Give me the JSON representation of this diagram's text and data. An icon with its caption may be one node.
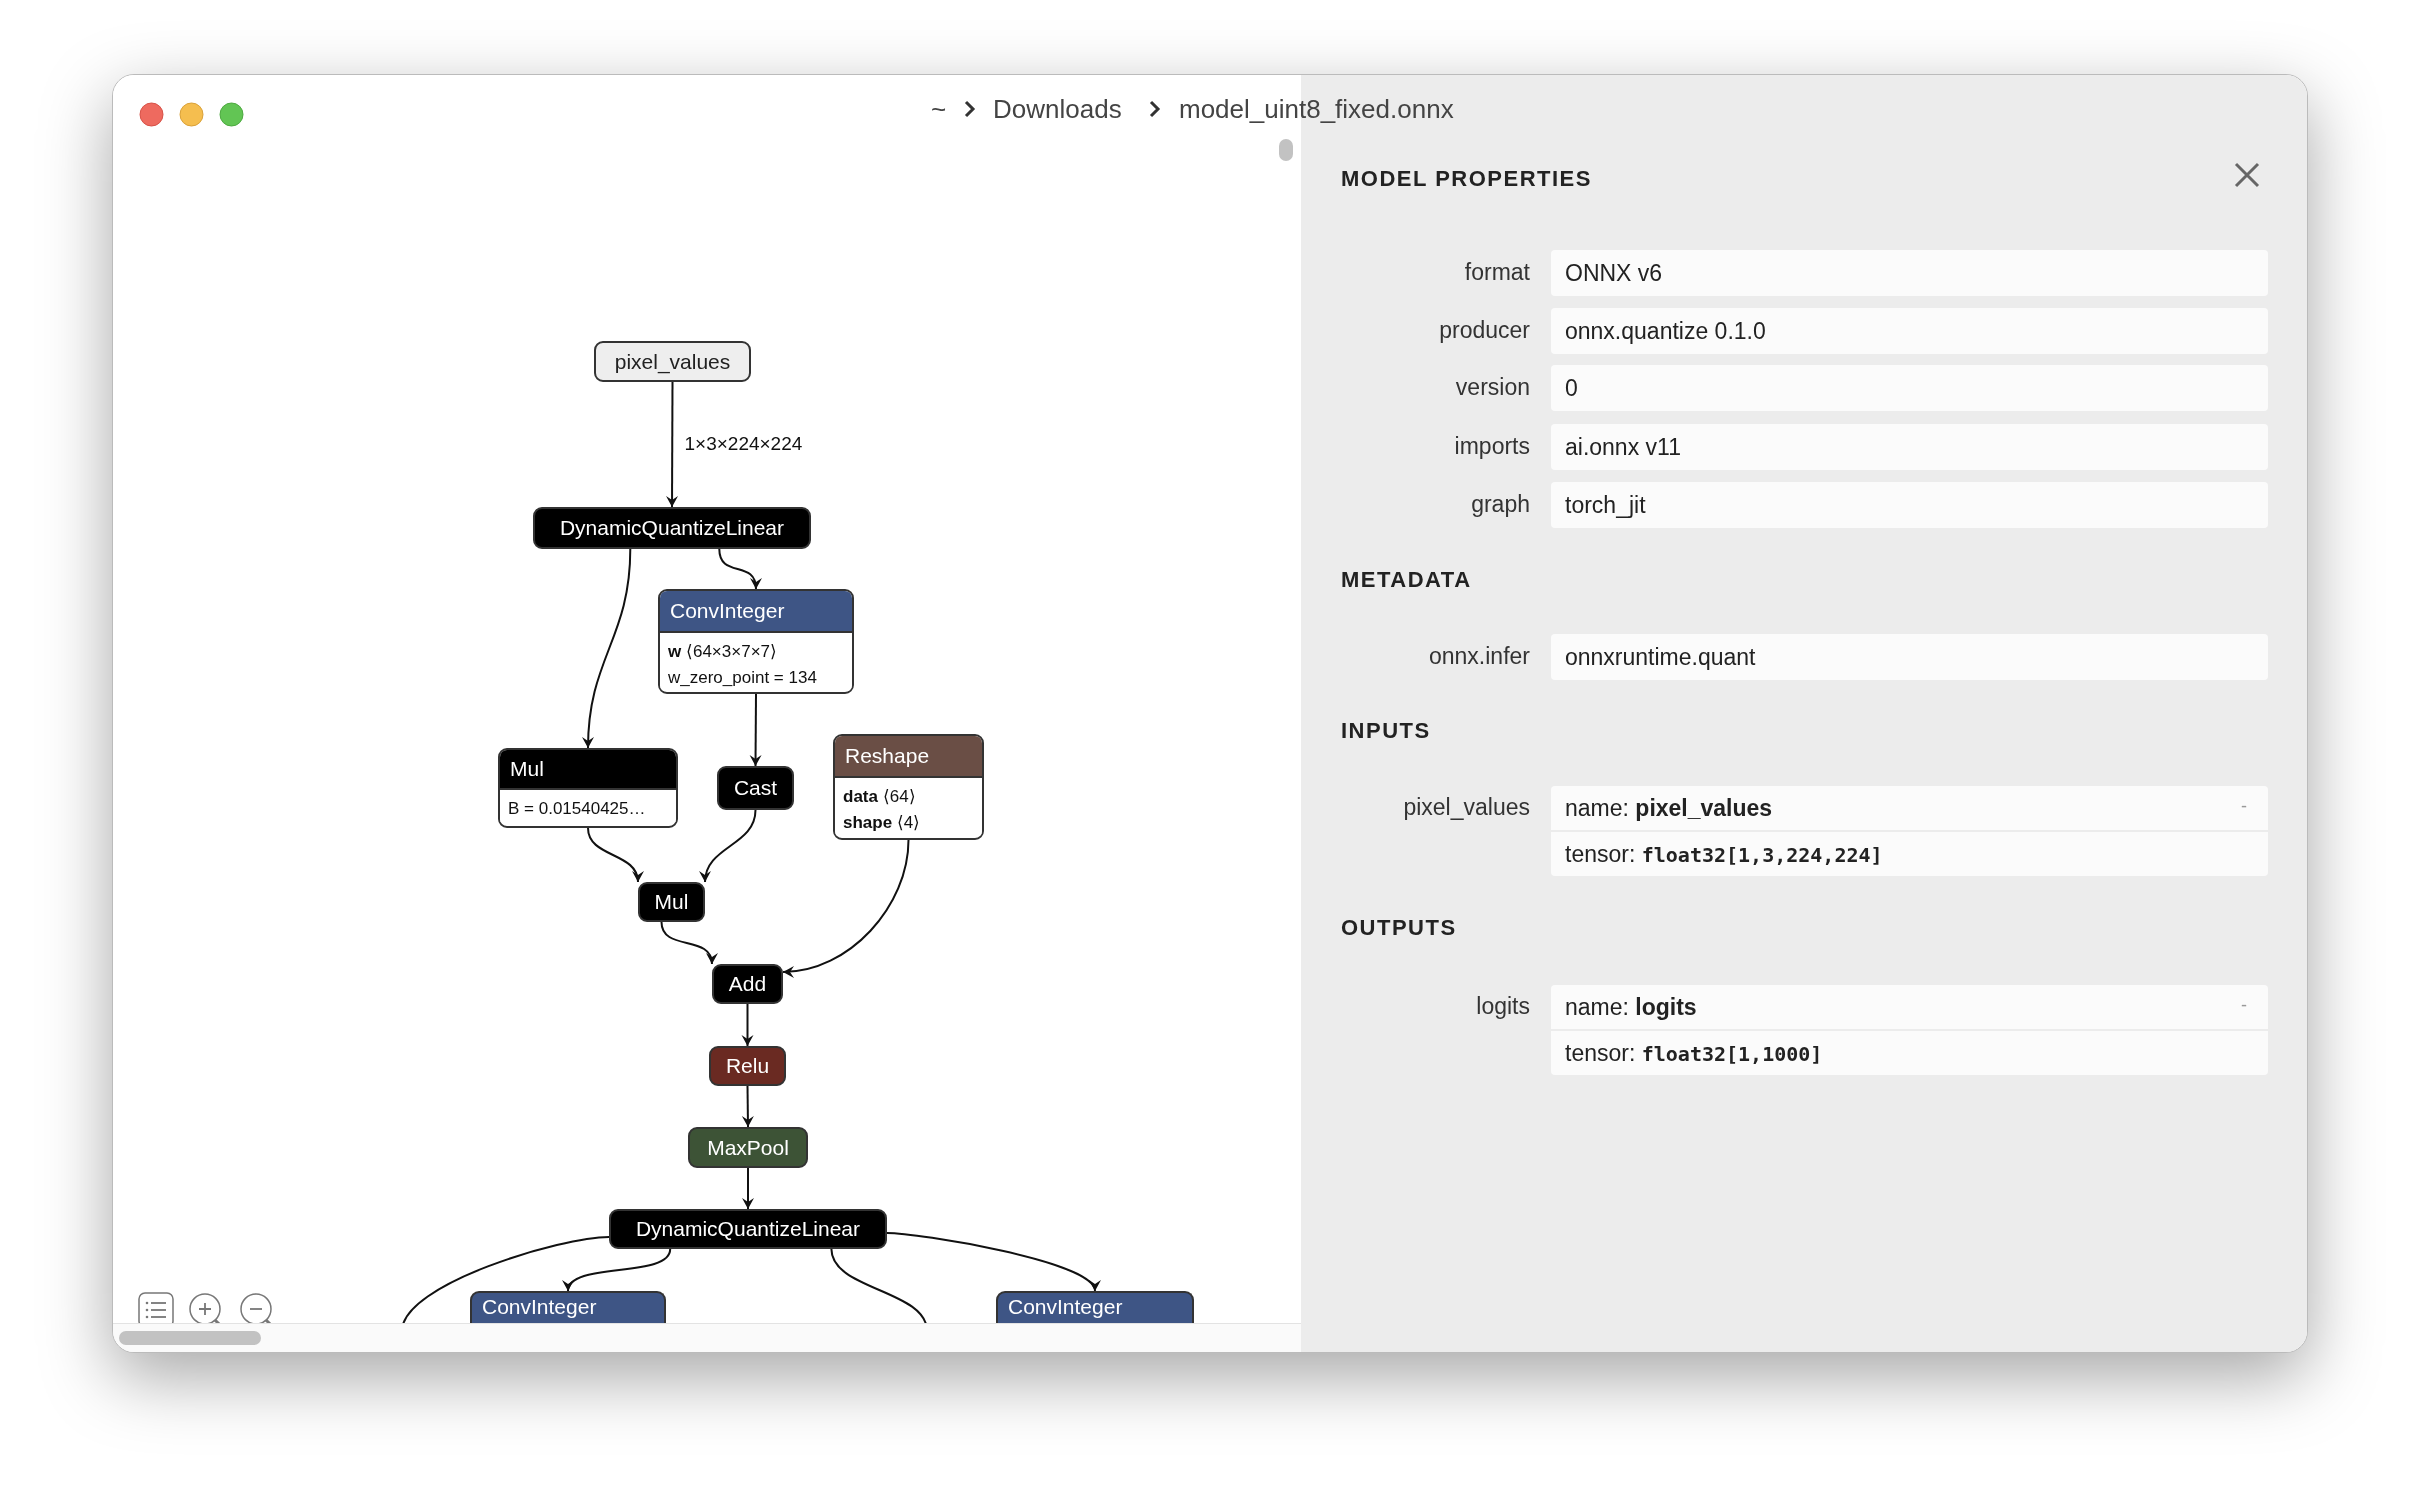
{
  "diagram": {
    "nodes": [
      {
        "text": [
          "pixel_values"
        ]
      },
      {
        "text": [
          "DynamicQuantizeLinear"
        ]
      },
      {
        "text": [
          "ConvInteger",
          "**w** ⟨64×3×7×7⟩",
          "w_zero_point = 134"
        ]
      },
      {
        "text": [
          "Mul",
          "B = 0.01540425…"
        ]
      },
      {
        "text": [
          "Cast"
        ]
      },
      {
        "text": [
          "Reshape",
          "**data** ⟨64⟩",
          "**shape** ⟨4⟩"
        ]
      },
      {
        "text": [
          "Mul"
        ]
      },
      {
        "text": [
          "Add"
        ]
      },
      {
        "text": [
          "Relu"
        ]
      },
      {
        "text": [
          "MaxPool"
        ]
      },
      {
        "text": [
          "DynamicQuantizeLinear"
        ]
      },
      {
        "text": [
          "ConvInteger"
        ]
      },
      {
        "text": [
          "ConvInteger"
        ]
      }
    ],
    "edges": [
      {
        "from": 0,
        "to": 1,
        "arrow": "to",
        "label": "1×3×224×224"
      },
      {
        "from": 1,
        "to": 2,
        "arrow": "to"
      },
      {
        "from": 1,
        "to": 3,
        "arrow": "to"
      },
      {
        "from": 2,
        "to": 4,
        "arrow": "to"
      },
      {
        "from": 3,
        "to": 6,
        "arrow": "to"
      },
      {
        "from": 4,
        "to": 6,
        "arrow": "to"
      },
      {
        "from": 6,
        "to": 7,
        "arrow": "to"
      },
      {
        "from": 5,
        "to": 7,
        "arrow": "to"
      },
      {
        "from": 7,
        "to": 8,
        "arrow": "to"
      },
      {
        "from": 8,
        "to": 9,
        "arrow": "to"
      },
      {
        "from": 9,
        "to": 10,
        "arrow": "to"
      },
      {
        "from": 10,
        "to": 11,
        "arrow": "to"
      },
      {
        "from": 10,
        "to": 12,
        "arrow": "to"
      },
      {
        "from": 10,
        "to": null,
        "arrow": "none"
      },
      {
        "from": 10,
        "to": null,
        "arrow": "none"
      }
    ],
    "labels": [
      "~",
      "Downloads",
      "model_uint8_fixed.onnx",
      "MODEL PROPERTIES",
      "format",
      "ONNX v6",
      "producer",
      "onnx.quantize 0.1.0",
      "version",
      "0",
      "imports",
      "ai.onnx v11",
      "graph",
      "torch_jit",
      "METADATA",
      "onnx.infer",
      "onnxruntime.quant",
      "INPUTS",
      "pixel_values",
      "name: **pixel_values**",
      "-",
      "tensor: **float32[1,3,224,224]**",
      "OUTPUTS",
      "logits",
      "name: **logits**",
      "-",
      "tensor: **float32[1,1000]**"
    ]
  }
}
